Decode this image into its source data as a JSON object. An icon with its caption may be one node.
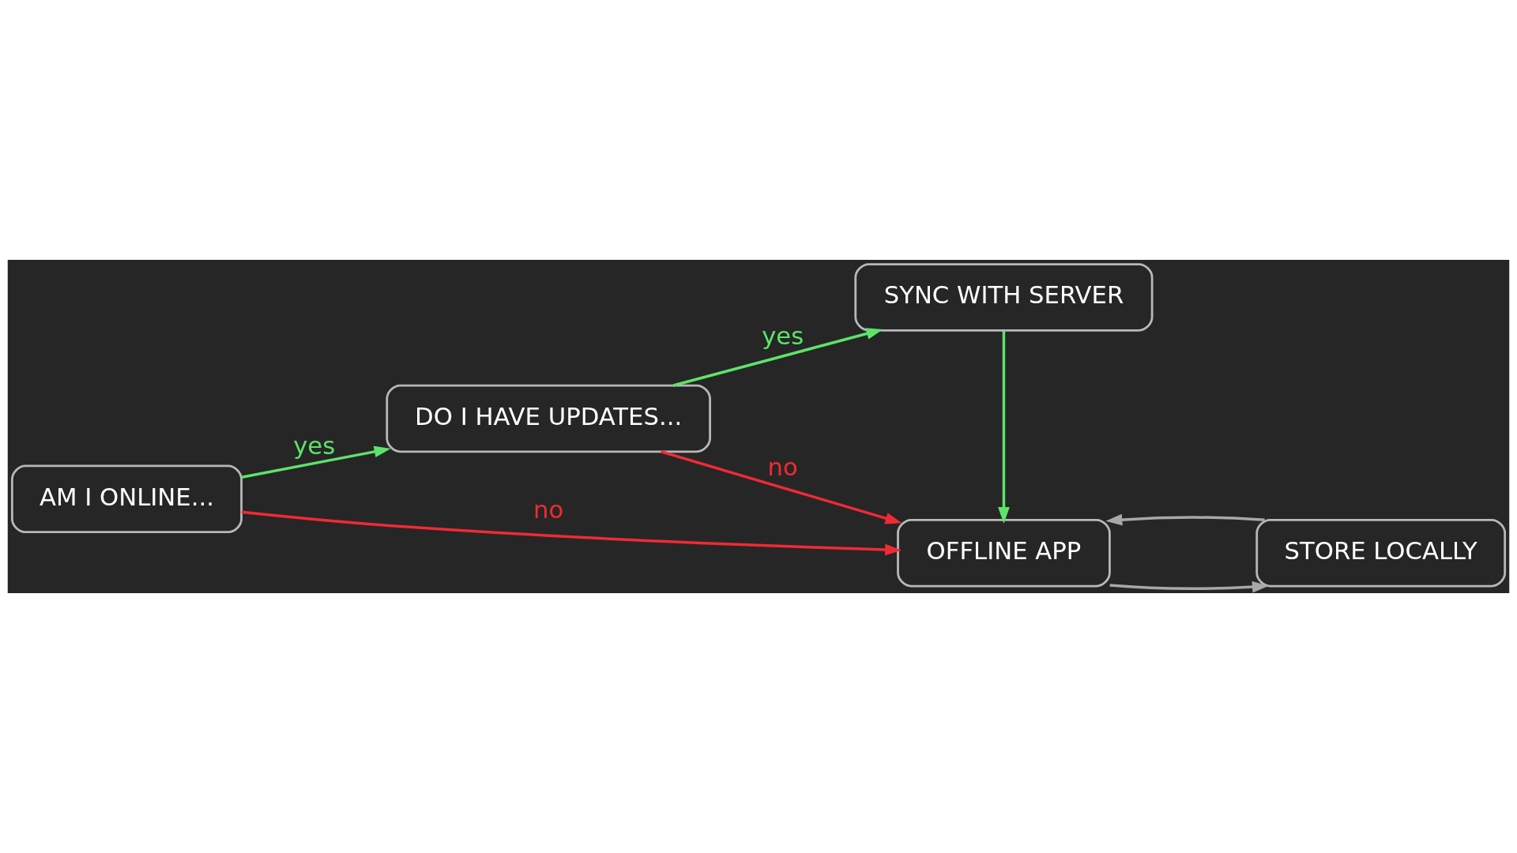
{
  "diagram": {
    "nodes": [
      {
        "text": [
          "DO I HAVE UPDATES..."
        ]
      },
      {
        "text": [
          "SYNC WITH SERVER"
        ]
      },
      {
        "text": [
          "AM I ONLINE..."
        ]
      },
      {
        "text": [
          "OFFLINE APP"
        ]
      },
      {
        "text": [
          "STORE LOCALLY"
        ]
      }
    ],
    "edges": [
      {
        "from": 2,
        "to": 0,
        "arrow": "to",
        "label": "yes",
        "color": "#5ee36a"
      },
      {
        "from": 0,
        "to": 1,
        "arrow": "to",
        "label": "yes",
        "color": "#5ee36a"
      },
      {
        "from": 0,
        "to": 3,
        "arrow": "to",
        "label": "no",
        "color": "#f02a35"
      },
      {
        "from": 2,
        "to": 3,
        "arrow": "to",
        "label": "no",
        "color": "#f02a35"
      },
      {
        "from": 1,
        "to": 3,
        "arrow": "to",
        "color": "#5ee36a"
      },
      {
        "from": 3,
        "to": 4,
        "arrow": "to",
        "color": "#a8a8a8"
      },
      {
        "from": 4,
        "to": 3,
        "arrow": "to",
        "color": "#a8a8a8"
      }
    ]
  }
}
